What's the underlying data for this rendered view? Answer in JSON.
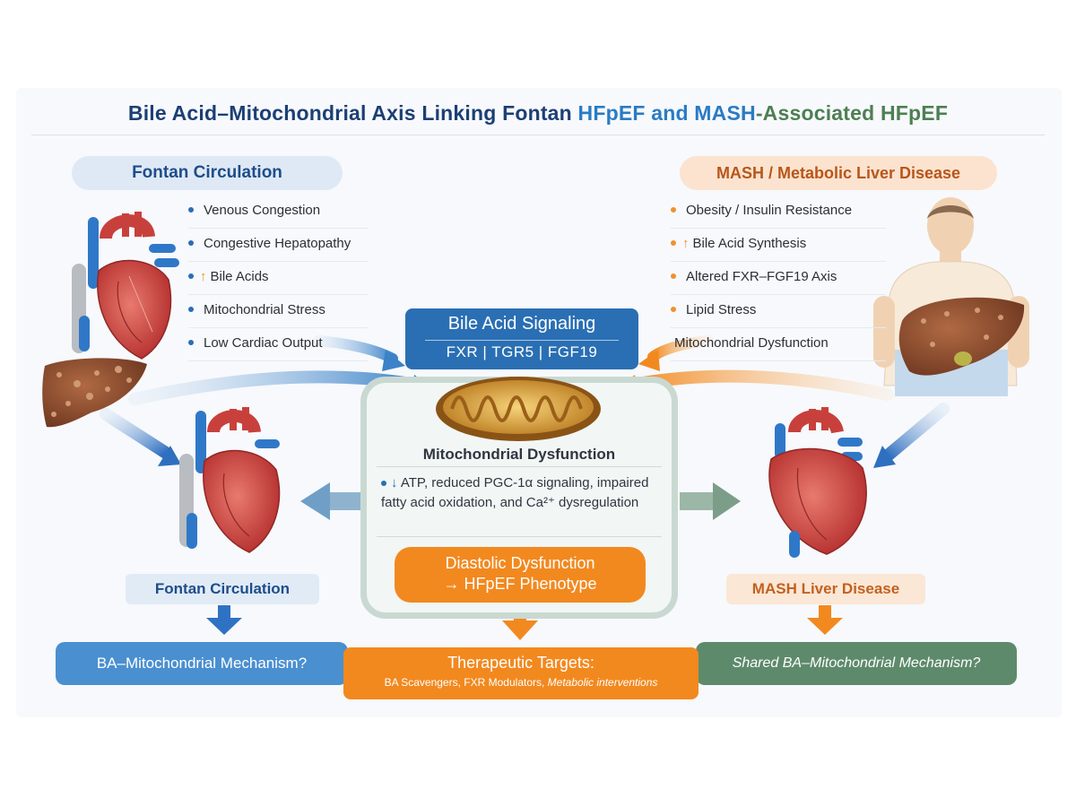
{
  "title": {
    "part1": "Bile Acid–Mitochondrial Axis Linking Fontan ",
    "part2": "HFpEF and MASH",
    "part3": "-Associated HFpEF"
  },
  "left_header": "Fontan Circulation",
  "right_header": "MASH / Metabolic Liver Disease",
  "left_list": [
    {
      "arrow": "",
      "text": "Venous Congestion"
    },
    {
      "arrow": "",
      "text": "Congestive Hepatopathy"
    },
    {
      "arrow": "↑",
      "text": "Bile Acids"
    },
    {
      "arrow": "",
      "text": "Mitochondrial Stress"
    },
    {
      "arrow": "",
      "text": "Low Cardiac Output"
    }
  ],
  "right_list": [
    {
      "arrow": "",
      "text": "Obesity / Insulin Resistance"
    },
    {
      "arrow": "↑",
      "text": "Bile Acid Synthesis"
    },
    {
      "arrow": "",
      "text": "Altered FXR–FGF19 Axis"
    },
    {
      "arrow": "",
      "text": "Lipid Stress"
    },
    {
      "arrow": "",
      "text": "Mitochondrial Dysfunction"
    }
  ],
  "ba_box": {
    "title": "Bile Acid Signaling",
    "sub": "FXR | TGR5 | FGF19"
  },
  "mito": {
    "title": "Mitochondrial Dysfunction",
    "arrow": "↓",
    "text": "ATP, reduced PGC-1α signaling, impaired fatty acid oxidation, and Ca²⁺ dysregulation"
  },
  "dd_box": {
    "line1": "Diastolic Dysfunction",
    "line2": "→ HFpEF Phenotype"
  },
  "bottom_left_label": "Fontan Circulation",
  "bottom_right_label": "MASH Liver Disease",
  "bottom_left_box": "BA–Mitochondrial Mechanism?",
  "bottom_right_box": "Shared BA–Mitochondrial Mechanism?",
  "therapeutic": {
    "title": "Therapeutic Targets:",
    "sub_main": "BA Scavengers, FXR Modulators, ",
    "sub_italic": "Metabolic interventions"
  },
  "colors": {
    "navy": "#1c3f74",
    "blue": "#2a6fb3",
    "orange": "#f2891f",
    "green": "#5e8a6c",
    "heart_red": "#c8403c",
    "vessel_blue": "#2f78c8",
    "liver_brown": "#8a4a2a"
  },
  "icons": [
    "heart-icon",
    "liver-icon",
    "mitochondrion-icon",
    "person-icon",
    "arrow-icon"
  ]
}
